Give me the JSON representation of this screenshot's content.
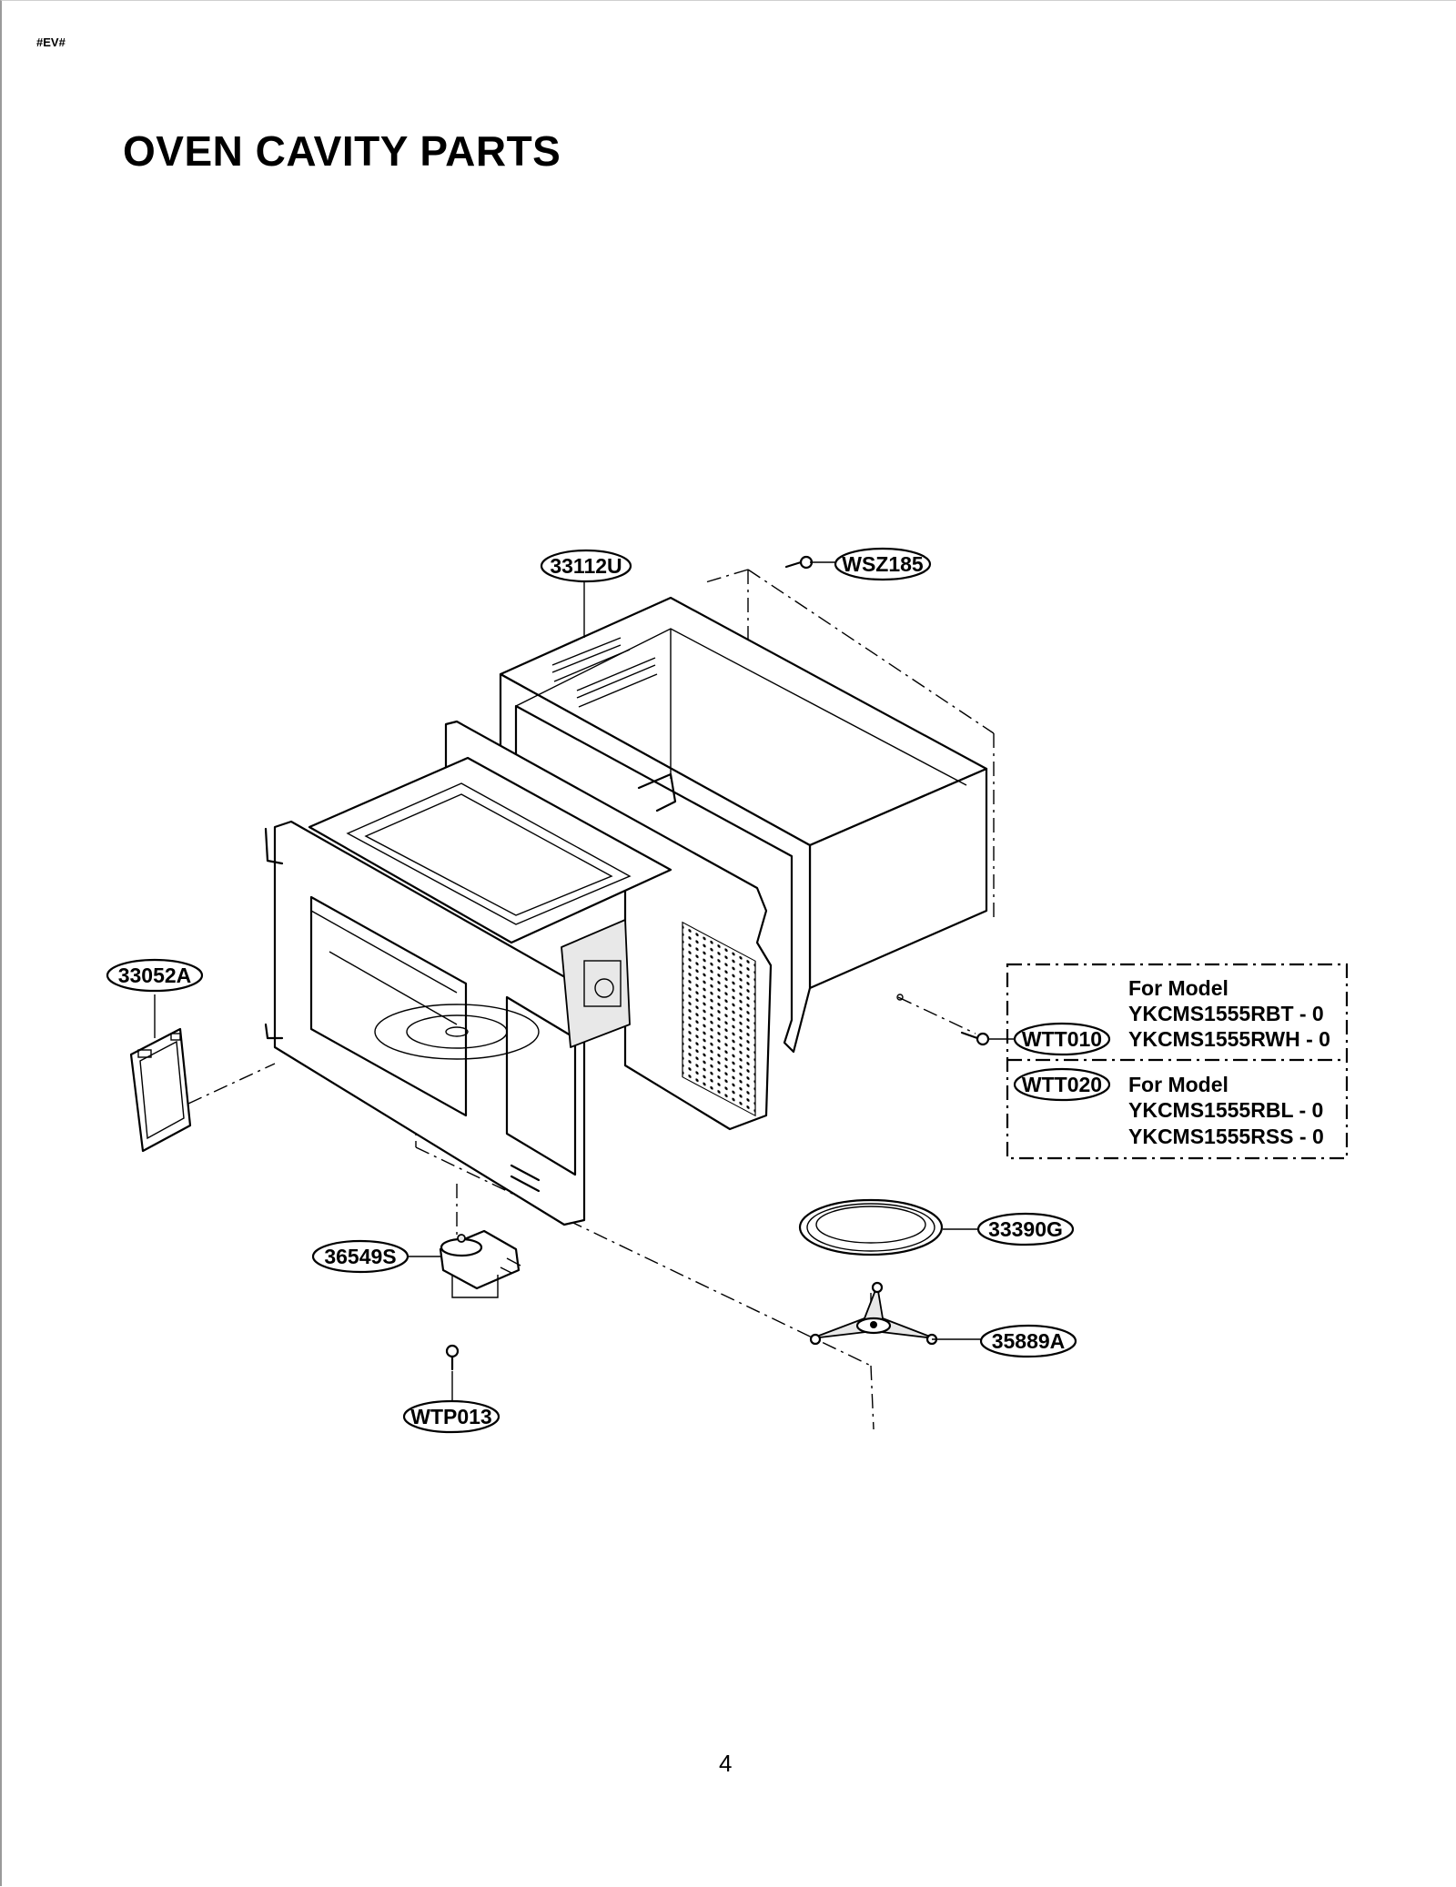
{
  "header": {
    "code": "#EV#"
  },
  "title": "OVEN CAVITY PARTS",
  "page_number": "4",
  "part_labels": {
    "p33112U": "33112U",
    "pWSZ185": "WSZ185",
    "p33052A": "33052A",
    "pWTT010": "WTT010",
    "pWTT020": "WTT020",
    "p33390G": "33390G",
    "p36549S": "36549S",
    "p35889A": "35889A",
    "pWTP013": "WTP013"
  },
  "model_box": {
    "group1": {
      "heading": "For Model",
      "models": [
        "YKCMS1555RBT - 0",
        "YKCMS1555RWH - 0"
      ]
    },
    "group2": {
      "heading": "For Model",
      "models": [
        "YKCMS1555RBL - 0",
        "YKCMS1555RSS - 0"
      ]
    }
  }
}
